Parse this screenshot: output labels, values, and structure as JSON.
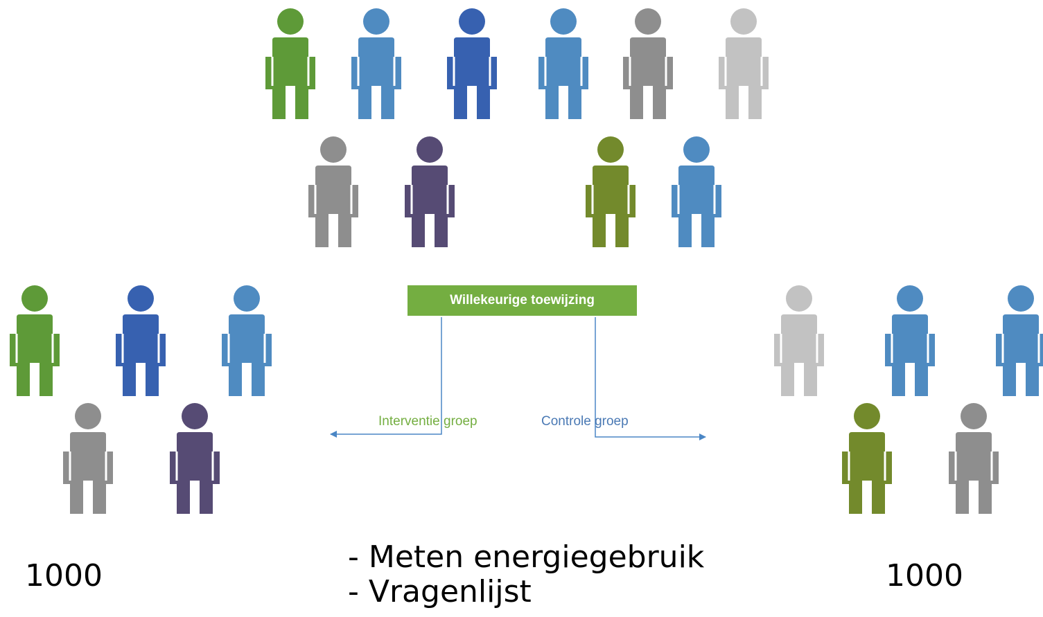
{
  "assignment": {
    "label": "Willekeurige toewijzing"
  },
  "groups": {
    "intervention": {
      "label": "Interventie groep",
      "count": "1000",
      "color": "#74ae41"
    },
    "control": {
      "label": "Controle groep",
      "count": "1000",
      "color": "#4a79b4"
    }
  },
  "measures": [
    "- Meten energiegebruik",
    "- Vragenlijst"
  ],
  "colors": {
    "green": "#5e9a38",
    "light-blue": "#4f8bc1",
    "dark-blue": "#3761b0",
    "gray": "#8e8e8e",
    "light-gray": "#c2c2c2",
    "purple": "#564b74",
    "olive": "#738a2c",
    "arrow": "#4a86c5"
  },
  "people": {
    "population": [
      "green",
      "light-blue",
      "dark-blue",
      "light-blue",
      "gray",
      "light-gray",
      "gray",
      "purple",
      "olive",
      "light-blue"
    ],
    "intervention": [
      "green",
      "dark-blue",
      "light-blue",
      "gray",
      "purple"
    ],
    "control": [
      "light-gray",
      "light-blue",
      "light-blue",
      "olive",
      "gray"
    ]
  }
}
